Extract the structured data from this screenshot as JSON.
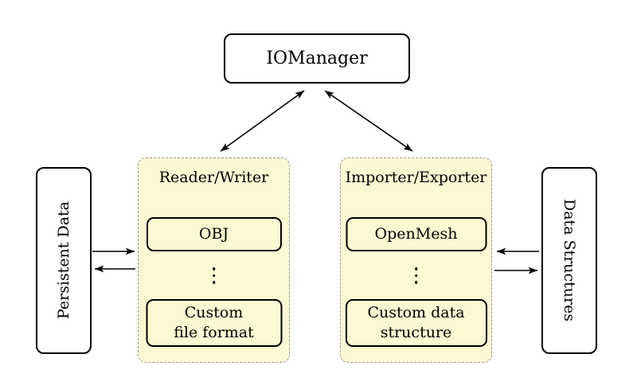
{
  "diagram": {
    "nodes": {
      "iomanager": {
        "label": "IOManager"
      },
      "persistent_data": {
        "label": "Persistent Data"
      },
      "data_structures": {
        "label": "Data Structures"
      }
    },
    "groups": [
      {
        "title": "Reader/Writer",
        "items": [
          {
            "label": "OBJ"
          },
          {
            "label_line1": "Custom",
            "label_line2": "file format"
          }
        ]
      },
      {
        "title": "Importer/Exporter",
        "items": [
          {
            "label": "OpenMesh"
          },
          {
            "label_line1": "Custom data",
            "label_line2": "structure"
          }
        ]
      }
    ],
    "icons": {
      "ellipsis": "vertical-dots"
    },
    "arrows": [
      {
        "from": "IOManager",
        "to": "Reader/Writer",
        "type": "bidirectional"
      },
      {
        "from": "IOManager",
        "to": "Importer/Exporter",
        "type": "bidirectional"
      },
      {
        "from": "Persistent Data",
        "to": "Reader/Writer",
        "type": "single"
      },
      {
        "from": "Reader/Writer",
        "to": "Persistent Data",
        "type": "single"
      },
      {
        "from": "Data Structures",
        "to": "Importer/Exporter",
        "type": "single"
      },
      {
        "from": "Importer/Exporter",
        "to": "Data Structures",
        "type": "single"
      }
    ],
    "colors": {
      "group_fill": "#fbf8d2",
      "group_border": "#979797",
      "node_border": "#000000",
      "node_fill": "#ffffff",
      "arrow": "#000000"
    }
  }
}
